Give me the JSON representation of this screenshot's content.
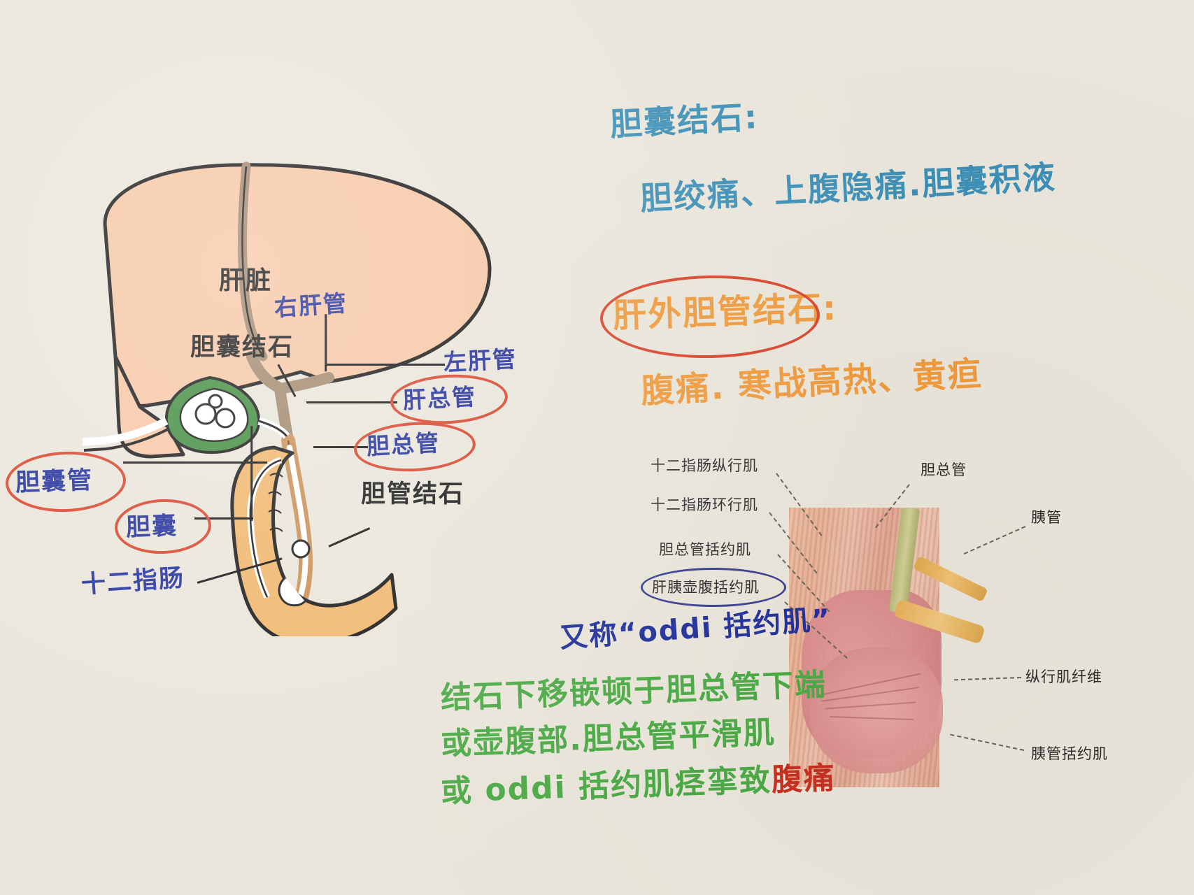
{
  "page": {
    "background_color": "#e9e5da",
    "type": "handwritten study notes with anatomical diagram"
  },
  "notes": {
    "blue_section": {
      "color": "#3d8fb5",
      "heading": "胆囊结石:",
      "line1": "胆绞痛、上腹隐痛.胆囊积液"
    },
    "orange_section": {
      "color": "#ef9a3c",
      "circle_color": "#d8442c",
      "heading": "肝外胆管结石:",
      "circled_part": "肝外胆管",
      "line1": "腹痛. 寒战高热、黄疸"
    },
    "blue_annotation": {
      "color": "#21309b",
      "text": "又称“oddi 括约肌”"
    },
    "green_section": {
      "color": "#4caa46",
      "line1": "结石下移嵌顿于胆总管下端",
      "line2": "或壶腹部.胆总管平滑肌",
      "line3_a": "或 oddi 括约肌痉挛致",
      "line3_b": "腹痛"
    }
  },
  "diagram": {
    "labels": [
      {
        "id": "liver",
        "text": "肝脏",
        "color": "black",
        "circled": false
      },
      {
        "id": "right-hepatic",
        "text": "右肝管",
        "color": "blueink",
        "circled": false
      },
      {
        "id": "gallstone",
        "text": "胆囊结石",
        "color": "black",
        "circled": false
      },
      {
        "id": "left-hepatic",
        "text": "左肝管",
        "color": "blueink",
        "circled": false
      },
      {
        "id": "common-hepatic",
        "text": "肝总管",
        "color": "blueink",
        "circled": true
      },
      {
        "id": "common-bile",
        "text": "胆总管",
        "color": "blueink",
        "circled": true
      },
      {
        "id": "bile-duct-stone",
        "text": "胆管结石",
        "color": "black",
        "circled": false
      },
      {
        "id": "cystic-duct",
        "text": "胆囊管",
        "color": "blueink",
        "circled": true
      },
      {
        "id": "gallbladder",
        "text": "胆囊",
        "color": "blueink",
        "circled": true
      },
      {
        "id": "duodenum",
        "text": "十二指肠",
        "color": "blueink",
        "circled": false
      }
    ]
  },
  "inset": {
    "caption_labels_left": [
      "十二指肠纵行肌",
      "十二指肠环行肌",
      "胆总管括约肌",
      "肝胰壶腹括约肌"
    ],
    "highlighted_label": "肝胰壶腹括约肌",
    "highlight_color": "#3a3f8f",
    "caption_labels_right": [
      "胆总管",
      "胰管",
      "纵行肌纤维",
      "胰管括约肌"
    ]
  }
}
